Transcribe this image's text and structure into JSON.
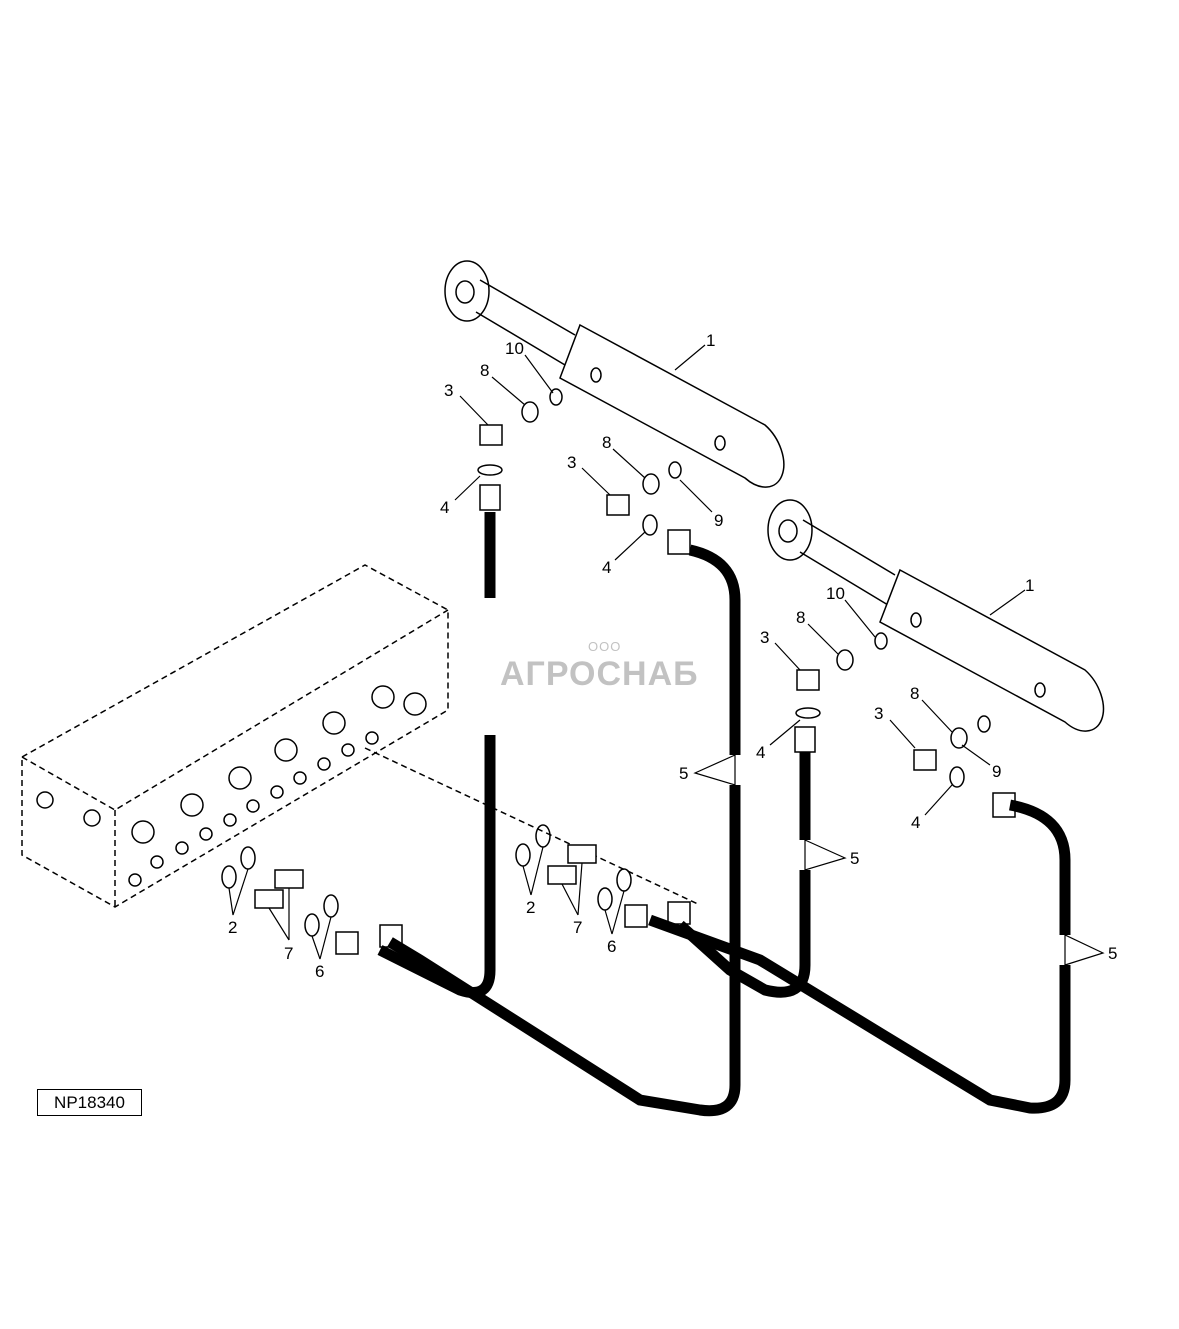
{
  "figure_id": "NP18340",
  "watermark": {
    "prefix": "ООО",
    "name": "АГРОСНАБ"
  },
  "callouts": {
    "c1a": "1",
    "c1b": "1",
    "c2a": "2",
    "c2b": "2",
    "c3a": "3",
    "c3b": "3",
    "c3c": "3",
    "c3d": "3",
    "c4a": "4",
    "c4b": "4",
    "c4c": "4",
    "c4d": "4",
    "c5a": "5",
    "c5b": "5",
    "c5c": "5",
    "c6a": "6",
    "c6b": "6",
    "c7a": "7",
    "c7b": "7",
    "c8a": "8",
    "c8b": "8",
    "c8c": "8",
    "c8d": "8",
    "c9a": "9",
    "c9b": "9",
    "c10a": "10",
    "c10b": "10"
  }
}
